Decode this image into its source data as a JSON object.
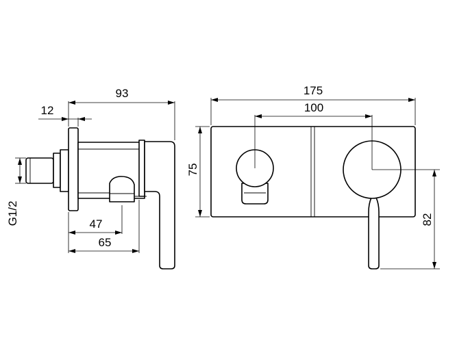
{
  "dimensions": {
    "side_total_depth": "93",
    "side_flange": "12",
    "side_thread": "G1/2",
    "side_outlet_47": "47",
    "side_outlet_65": "65",
    "front_width": "175",
    "front_center_spacing": "100",
    "front_height": "75",
    "front_lever_drop": "82"
  }
}
